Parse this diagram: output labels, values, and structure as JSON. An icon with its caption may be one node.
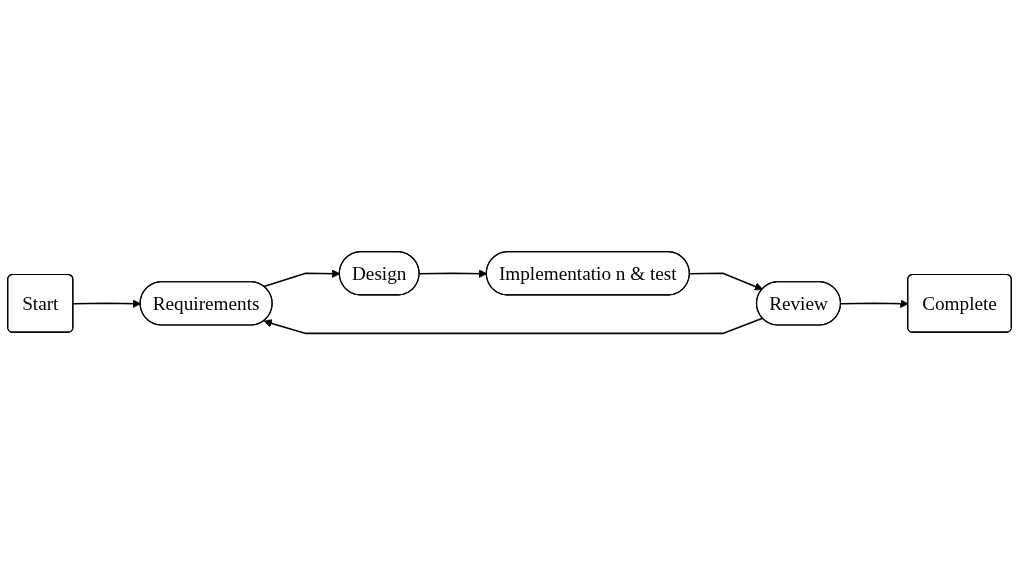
{
  "diagram": {
    "nodes": [
      {
        "text": [
          "Start"
        ]
      },
      {
        "text": [
          "Requirements"
        ]
      },
      {
        "text": [
          "Design"
        ]
      },
      {
        "text": [
          "Implementatio n & test"
        ]
      },
      {
        "text": [
          "Review"
        ]
      },
      {
        "text": [
          "Complete"
        ]
      }
    ],
    "edges": [
      {
        "from": 0,
        "to": 1,
        "arrow": "to"
      },
      {
        "from": 1,
        "to": 2,
        "arrow": "to"
      },
      {
        "from": 2,
        "to": 3,
        "arrow": "to"
      },
      {
        "from": 3,
        "to": 4,
        "arrow": "to"
      },
      {
        "from": 4,
        "to": 1,
        "arrow": "to"
      },
      {
        "from": 4,
        "to": 5,
        "arrow": "to"
      }
    ]
  }
}
